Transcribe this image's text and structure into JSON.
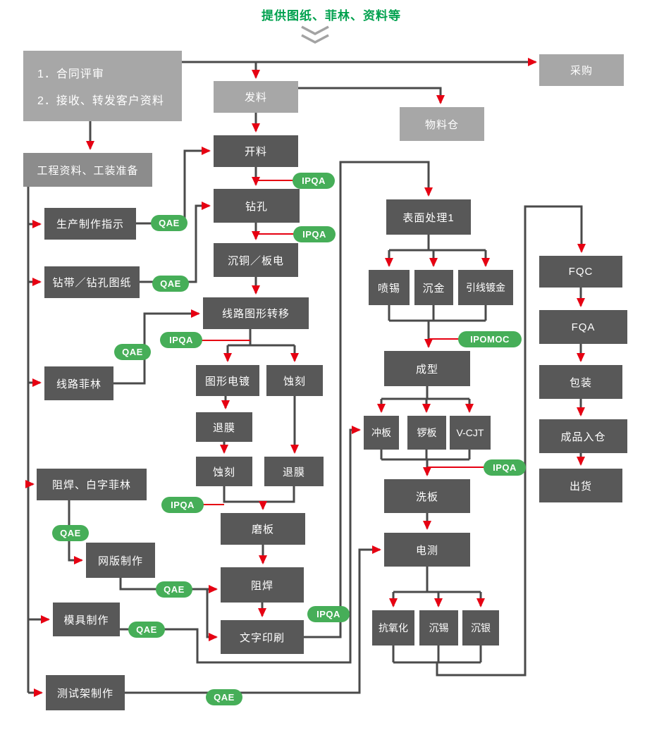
{
  "title": "提供图纸、菲林、资料等",
  "nodes": {
    "intake": {
      "line1": "1．合同评审",
      "line2": "2．接收、转发客户资料"
    },
    "faliao": {
      "label": "发料"
    },
    "caigou": {
      "label": "采购"
    },
    "wuliaocang": {
      "label": "物料仓"
    },
    "gongcheng": {
      "label": "工程资料、工装准备"
    },
    "kailiao": {
      "label": "开料"
    },
    "shengchanzhishi": {
      "label": "生产制作指示"
    },
    "zuankong": {
      "label": "钻孔"
    },
    "chentong": {
      "label": "沉铜／板电"
    },
    "zuandai": {
      "label": "钻带／钻孔图纸"
    },
    "xianluzhuanyi": {
      "label": "线路图形转移"
    },
    "xianlufeilin": {
      "label": "线路菲林"
    },
    "tuxingdiandu": {
      "label": "图形电镀"
    },
    "shike1": {
      "label": "蚀刻"
    },
    "tuimo1": {
      "label": "退膜"
    },
    "shike2": {
      "label": "蚀刻"
    },
    "tuimo2": {
      "label": "退膜"
    },
    "zuhanfeilin": {
      "label": "阻焊、白字菲林"
    },
    "moban": {
      "label": "磨板"
    },
    "wangban": {
      "label": "网版制作"
    },
    "zuhan": {
      "label": "阻焊"
    },
    "muju": {
      "label": "模具制作"
    },
    "wenzi": {
      "label": "文字印刷"
    },
    "ceshijia": {
      "label": "测试架制作"
    },
    "biaomian": {
      "label": "表面处理1"
    },
    "penxi": {
      "label": "喷锡"
    },
    "chenjin": {
      "label": "沉金"
    },
    "yinxianjin": {
      "label": "引线镀金"
    },
    "chengxing": {
      "label": "成型"
    },
    "chongban": {
      "label": "冲板"
    },
    "luoban": {
      "label": "锣板"
    },
    "vcut": {
      "label": "V-CJT"
    },
    "xiban": {
      "label": "洗板"
    },
    "diance": {
      "label": "电测"
    },
    "kangyanghua": {
      "label": "抗氧化"
    },
    "chenxi": {
      "label": "沉锡"
    },
    "chenyin": {
      "label": "沉银"
    },
    "fqc": {
      "label": "FQC"
    },
    "fqa": {
      "label": "FQA"
    },
    "baozhuang": {
      "label": "包装"
    },
    "chengpinrucang": {
      "label": "成品入仓"
    },
    "chuhuo": {
      "label": "出货"
    }
  },
  "badges": {
    "qae": "QAE",
    "ipqa": "IPQA",
    "ipomoc": "IPOMOC"
  },
  "colors": {
    "arrow_red": "#e60012",
    "line_gray": "#4a4a4a",
    "badge_green": "#46ae58",
    "title_green": "#00a14e",
    "box_dark": "#585858",
    "box_light": "#a7a7a7"
  }
}
